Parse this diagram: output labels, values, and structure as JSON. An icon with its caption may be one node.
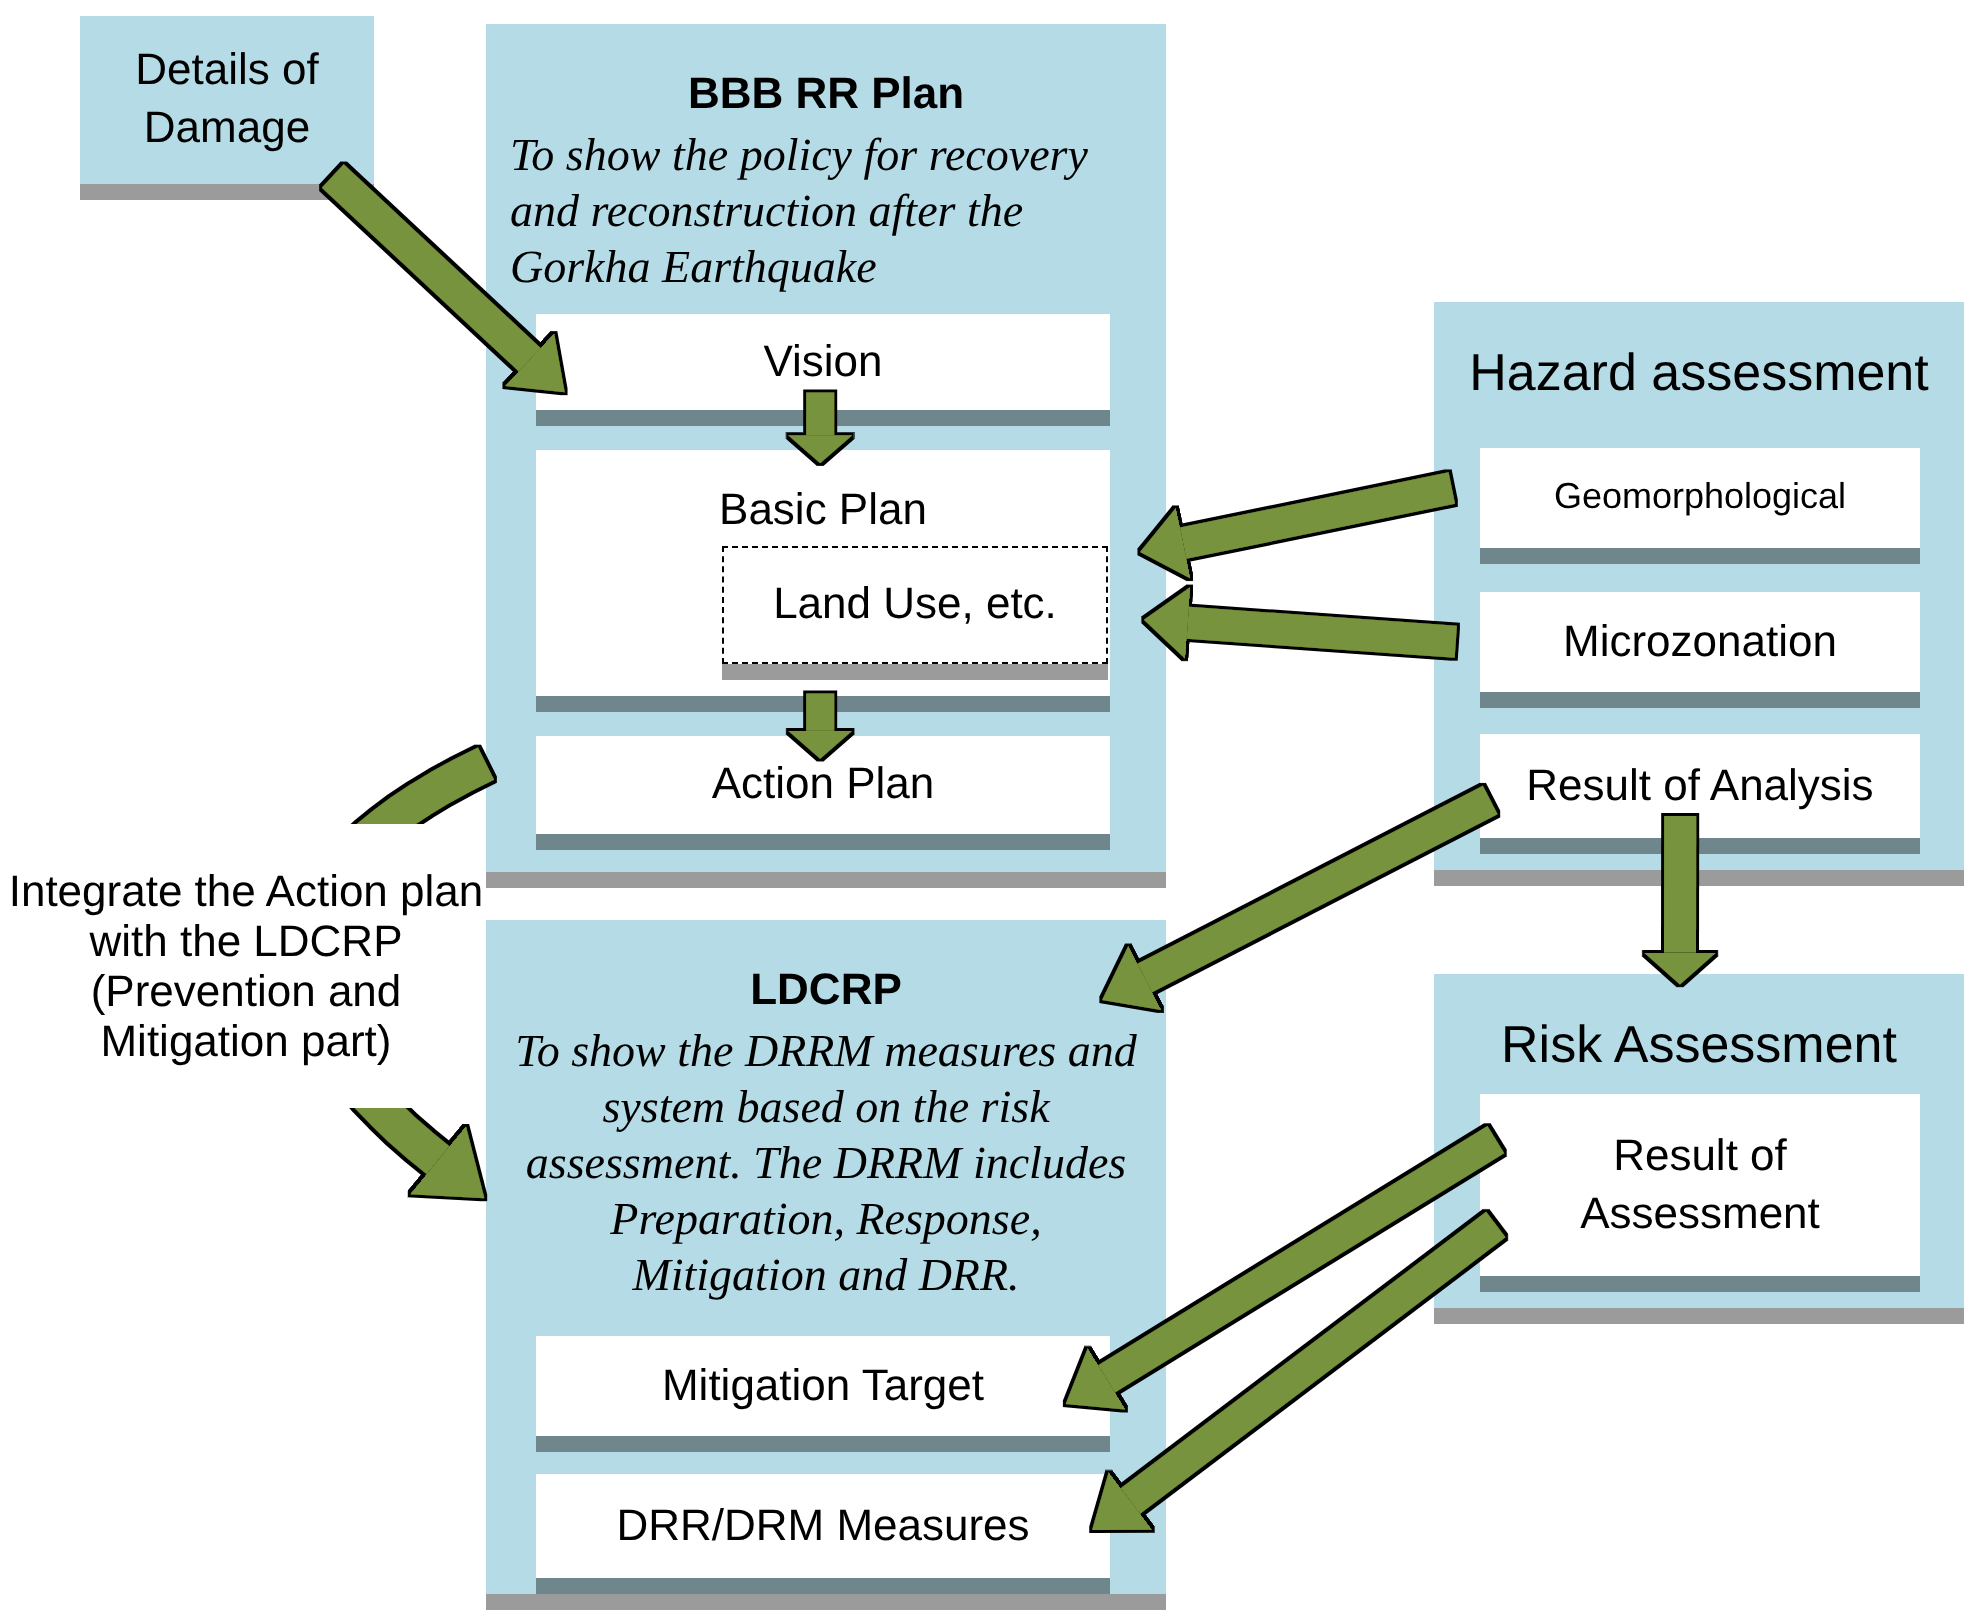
{
  "diagram": {
    "nodes": [
      {
        "text": [
          "Details of Damage"
        ]
      },
      {
        "text": [
          "BBB RR Plan",
          "To show the policy for recovery and reconstruction after the Gorkha Earthquake"
        ]
      },
      {
        "text": [
          "Vision"
        ],
        "in": 1
      },
      {
        "text": [
          "Basic Plan"
        ],
        "in": 1
      },
      {
        "text": [
          "Land Use, etc."
        ],
        "in": 3
      },
      {
        "text": [
          "Action Plan"
        ],
        "in": 1
      },
      {
        "text": [
          "Hazard assessment"
        ]
      },
      {
        "text": [
          "Geomorphological"
        ],
        "in": 6
      },
      {
        "text": [
          "Microzonation"
        ],
        "in": 6
      },
      {
        "text": [
          "Result of Analysis"
        ],
        "in": 6
      },
      {
        "text": [
          "LDCRP",
          "To show the DRRM measures and system based on the risk assessment. The DRRM includes Preparation, Response, Mitigation and DRR."
        ]
      },
      {
        "text": [
          "Mitigation Target"
        ],
        "in": 10
      },
      {
        "text": [
          "DRR/DRM Measures"
        ],
        "in": 10
      },
      {
        "text": [
          "Risk Assessment"
        ]
      },
      {
        "text": [
          "Result of Assessment"
        ],
        "in": 13
      }
    ],
    "edges": [
      {
        "from": 0,
        "to": 2,
        "arrow": "to"
      },
      {
        "from": 2,
        "to": 3,
        "arrow": "to"
      },
      {
        "from": 3,
        "to": 5,
        "arrow": "to"
      },
      {
        "from": 7,
        "to": 4,
        "arrow": "to"
      },
      {
        "from": 8,
        "to": 4,
        "arrow": "to"
      },
      {
        "from": 1,
        "to": 10,
        "arrow": "to",
        "label": "Integrate the Action plan with the LDCRP (Prevention and Mitigation part)"
      },
      {
        "from": 9,
        "to": 10,
        "arrow": "to"
      },
      {
        "from": 9,
        "to": 13,
        "arrow": "to"
      },
      {
        "from": 14,
        "to": 11,
        "arrow": "to"
      },
      {
        "from": 14,
        "to": 12,
        "arrow": "to"
      }
    ]
  }
}
